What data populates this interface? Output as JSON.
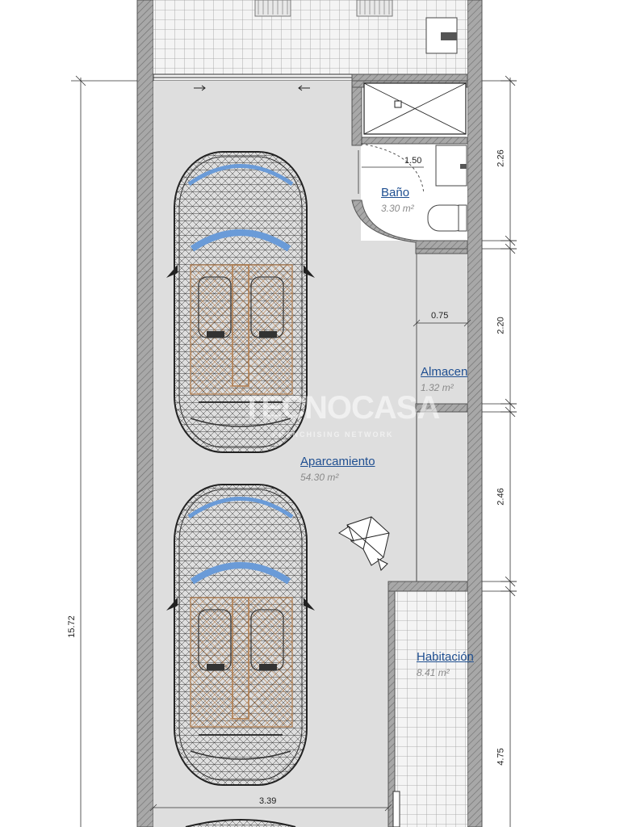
{
  "rooms": {
    "bano": {
      "name": "Baño",
      "area": "3.30 m²"
    },
    "almacen": {
      "name": "Almacen",
      "area": "1.32 m²"
    },
    "aparcamiento": {
      "name": "Aparcamiento",
      "area": "54.30 m²"
    },
    "habitacion": {
      "name": "Habitación",
      "area": "8.41 m²"
    }
  },
  "dimensions": {
    "total_height": "15.72",
    "bath_height": "2.26",
    "storage_height": "2.20",
    "mid_height": "2.46",
    "room_height": "4.75",
    "door_width": "1.50",
    "storage_width": "0.75",
    "garage_width": "3.39"
  },
  "watermark": {
    "brand": "TECNOCASA",
    "tagline": "FRANCHISING NETWORK"
  },
  "colors": {
    "wall": "#9a9a9a",
    "floor": "#dedede",
    "label": "#1f4f91",
    "area": "#8a8a8a"
  }
}
